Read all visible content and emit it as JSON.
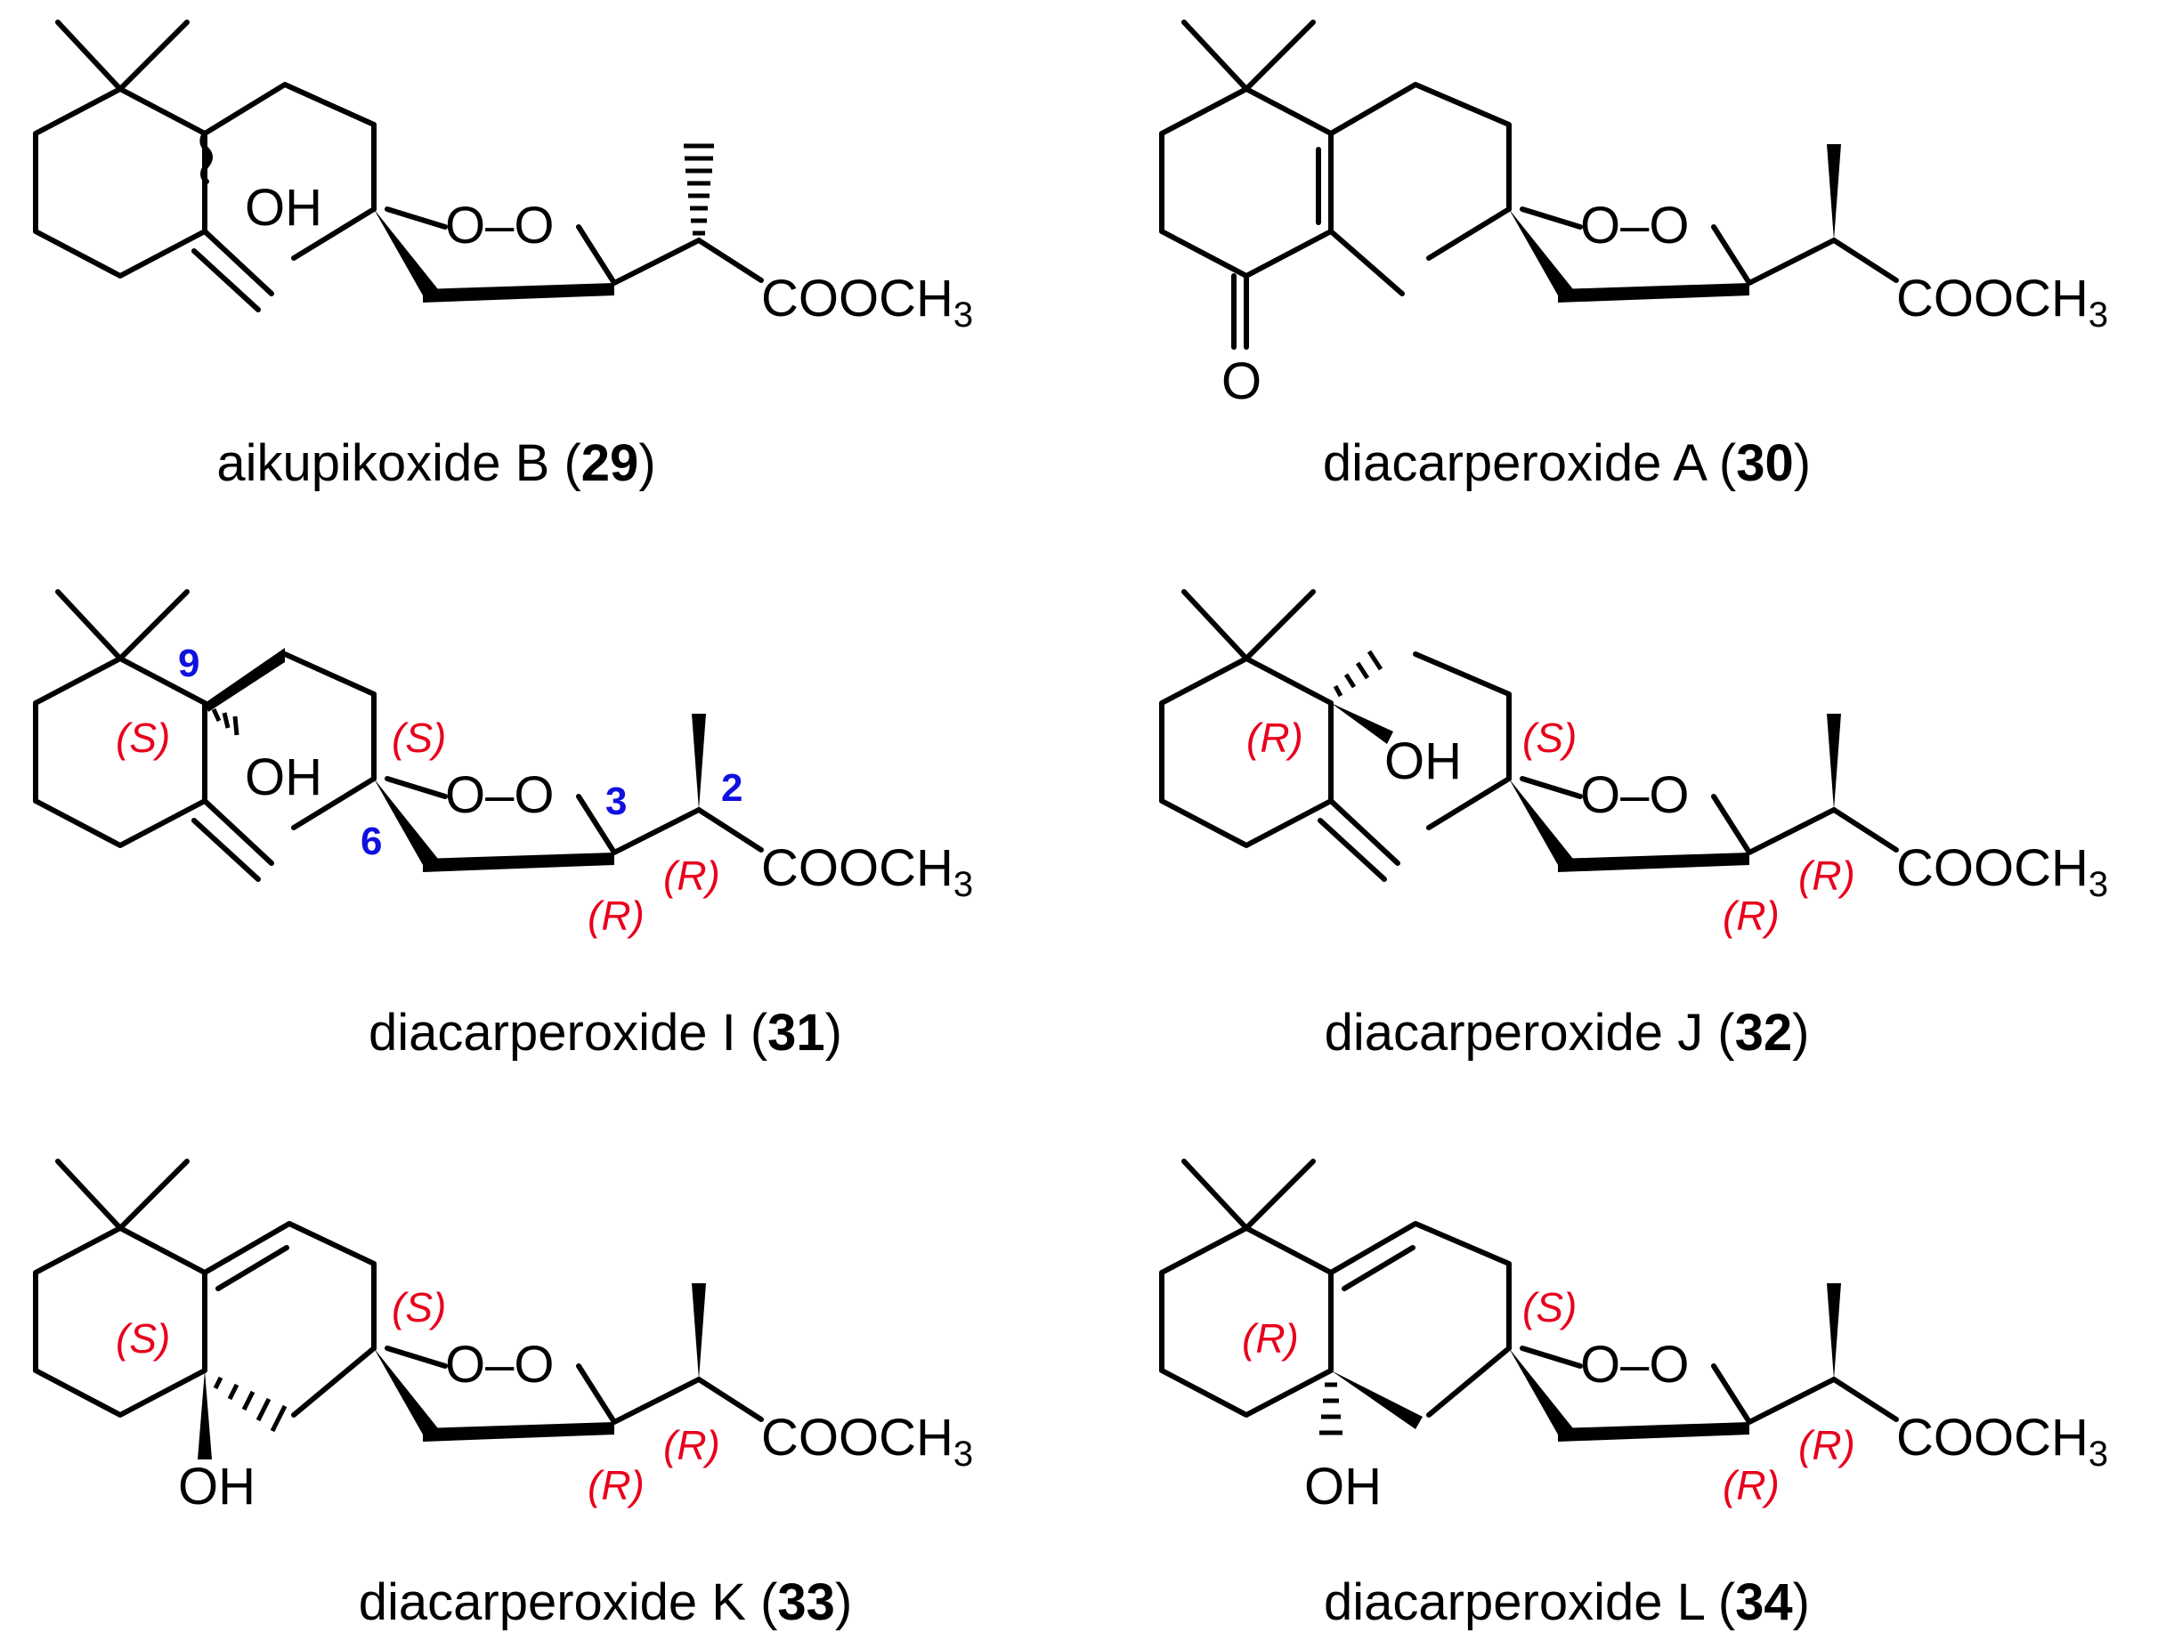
{
  "compounds": [
    {
      "name": "aikupikoxide B",
      "number": "29",
      "labels": {
        "oh": "OH",
        "peroxide": "O–O",
        "ester": "COOCH",
        "ester_sub": "3"
      },
      "descriptors": [],
      "locants": []
    },
    {
      "name": "diacarperoxide A",
      "number": "30",
      "labels": {
        "ketone": "O",
        "peroxide": "O–O",
        "ester": "COOCH",
        "ester_sub": "3"
      },
      "descriptors": [],
      "locants": []
    },
    {
      "name": "diacarperoxide I",
      "number": "31",
      "labels": {
        "oh": "OH",
        "peroxide": "O–O",
        "ester": "COOCH",
        "ester_sub": "3"
      },
      "descriptors": [
        "(S)",
        "(S)",
        "(R)",
        "(R)"
      ],
      "locants": [
        "9",
        "6",
        "3",
        "2"
      ]
    },
    {
      "name": "diacarperoxide J",
      "number": "32",
      "labels": {
        "oh": "OH",
        "peroxide": "O–O",
        "ester": "COOCH",
        "ester_sub": "3"
      },
      "descriptors": [
        "(R)",
        "(S)",
        "(R)",
        "(R)"
      ],
      "locants": []
    },
    {
      "name": "diacarperoxide K",
      "number": "33",
      "labels": {
        "oh": "OH",
        "peroxide": "O–O",
        "ester": "COOCH",
        "ester_sub": "3"
      },
      "descriptors": [
        "(S)",
        "(S)",
        "(R)",
        "(R)"
      ],
      "locants": []
    },
    {
      "name": "diacarperoxide L",
      "number": "34",
      "labels": {
        "oh": "OH",
        "peroxide": "O–O",
        "ester": "COOCH",
        "ester_sub": "3"
      },
      "descriptors": [
        "(R)",
        "(S)",
        "(R)",
        "(R)"
      ],
      "locants": []
    }
  ],
  "colors": {
    "bond": "#000000",
    "descriptor": "#e8001c",
    "locant": "#1010e0"
  }
}
